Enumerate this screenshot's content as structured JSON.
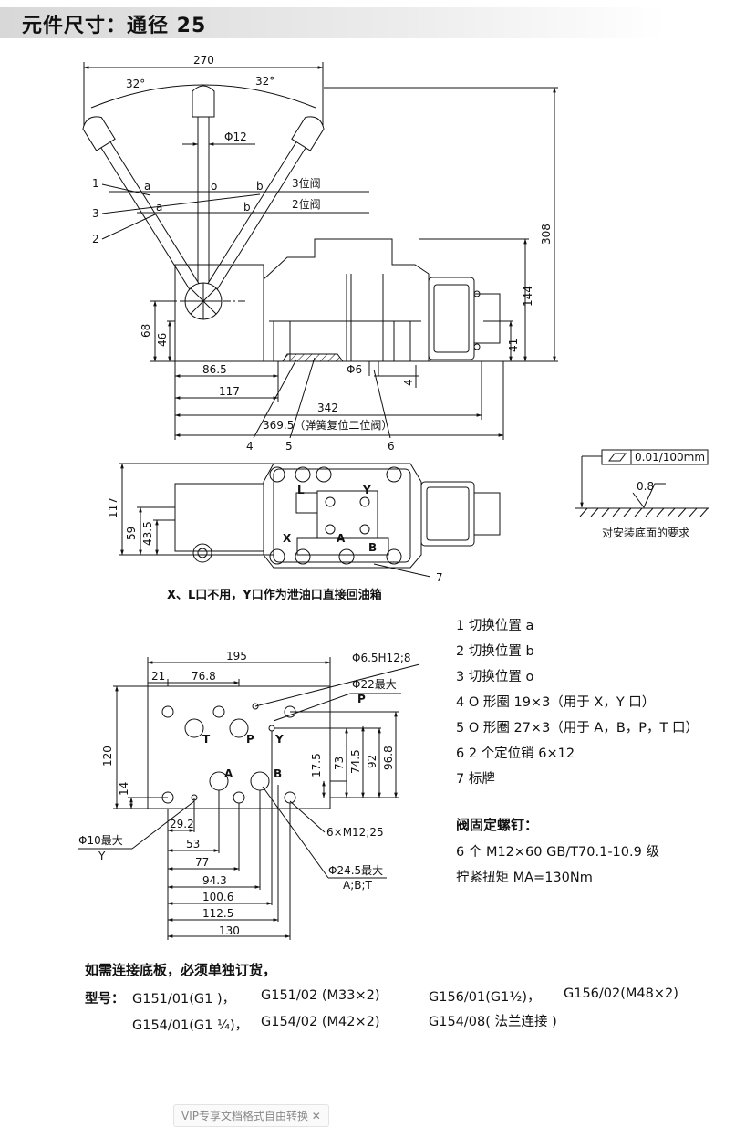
{
  "title": "元件尺寸：通径 25",
  "top_view": {
    "dims": {
      "width270": "270",
      "angle_left": "32°",
      "angle_right": "32°",
      "phi12": "Φ12",
      "h308": "308",
      "h144": "144",
      "h41": "41",
      "h68": "68",
      "h46": "46",
      "d86_5": "86.5",
      "d117": "117",
      "phi6": "Φ6",
      "d4": "4",
      "d342": "342",
      "d369_5": "369.5（弹簧复位二位阀）"
    },
    "labels": {
      "n1": "1",
      "n2": "2",
      "n3": "3",
      "n4": "4",
      "n5": "5",
      "n6": "6",
      "pos_a1": "a",
      "pos_o": "o",
      "pos_b": "b",
      "pos_a2": "a",
      "pos_b2": "b",
      "valve3": "3位阀",
      "valve2": "2位阀"
    }
  },
  "side_view": {
    "dims": {
      "h117": "117",
      "h59": "59",
      "h43_5": "43.5"
    },
    "ports": {
      "L": "L",
      "Y": "Y",
      "X": "X",
      "A": "A",
      "B": "B"
    },
    "n7": "7",
    "flatness": "0.01/100mm",
    "roughness": "0.8",
    "requirement": "对安装底面的要求"
  },
  "caption": "X、L口不用，Y口作为泄油口直接回油箱",
  "plate_view": {
    "dims": {
      "w195": "195",
      "d21": "21",
      "d76_8": "76.8",
      "hole65": "Φ6.5H12;8",
      "phi22": "Φ22最大",
      "pP": "P",
      "h120": "120",
      "h14": "14",
      "h17_5": "17.5",
      "h73": "73",
      "h74_5": "74.5",
      "h92": "92",
      "h96_8": "96.8",
      "phi10": "Φ10最大",
      "yY": "Y",
      "d29_2": "29.2",
      "d53": "53",
      "d77": "77",
      "d94_3": "94.3",
      "d100_6": "100.6",
      "d112_5": "112.5",
      "d130": "130",
      "m12": "6×M12;25",
      "phi24_5": "Φ24.5最大",
      "abt": "A;B;T",
      "pT": "T",
      "pP2": "P",
      "pY": "Y",
      "pA": "A",
      "pB": "B"
    }
  },
  "legend": [
    "1 切换位置 a",
    "2 切换位置 b",
    "3 切换位置 o",
    "4 O 形圈 19×3（用于 X，Y 口）",
    "5 O 形圈 27×3（用于 A，B，P，T 口）",
    "6 2 个定位销 6×12",
    "7 标牌"
  ],
  "bolts": {
    "title": "阀固定螺钉：",
    "line1": "6 个 M12×60 GB/T70.1-10.9 级",
    "line2": "拧紧扭矩 MA=130Nm"
  },
  "order_note": "如需连接底板，必须单独订货，",
  "models": {
    "label": "型号：",
    "m1": "G151/01(G1 )，",
    "m2": "G151/02 (M33×2)",
    "m3": "G156/01(G1½)，",
    "m4": "G156/02(M48×2)",
    "m5": "G154/01(G1 ¼)，",
    "m6": "G154/02 (M42×2)",
    "m7": "G154/08( 法兰连接 )"
  },
  "vip_notice": "VIP专享文档格式自由转换  ✕"
}
